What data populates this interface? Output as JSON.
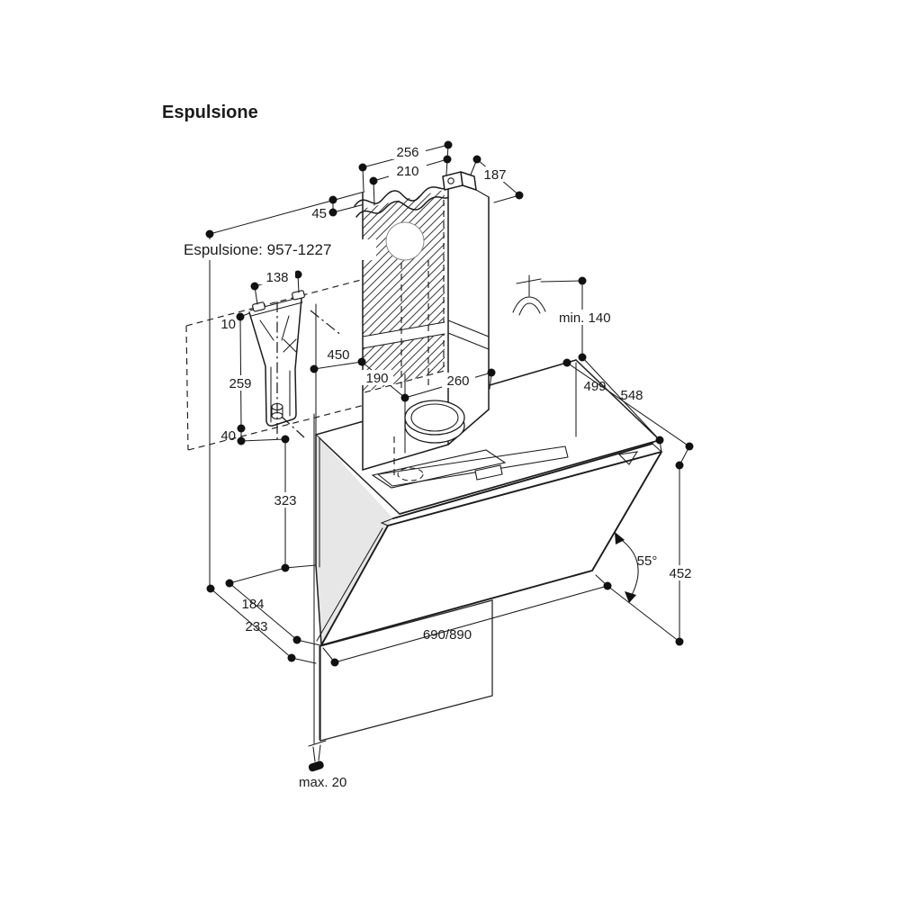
{
  "title": "Espulsione",
  "annotation": "Espulsione: 957-1227",
  "dims": {
    "outer_width": "256",
    "inner_width": "210",
    "duct_depth": "187",
    "top_offset": "45",
    "bracket_width": "138",
    "bracket_offset": "10",
    "bracket_height": "259",
    "bracket_bottom": "40",
    "duct_450": "450",
    "duct_190": "190",
    "duct_260": "260",
    "ceiling_min": "min. 140",
    "top_depth": "499",
    "total_depth": "548",
    "back_height": "323",
    "depth_184": "184",
    "depth_233": "233",
    "body_width": "690/890",
    "panel_angle": "55°",
    "front_height": "452",
    "panel_gap": "max. 20"
  },
  "colors": {
    "line": "#1c1c1c",
    "side_panel": "#e7e7e7",
    "background": "#ffffff"
  }
}
